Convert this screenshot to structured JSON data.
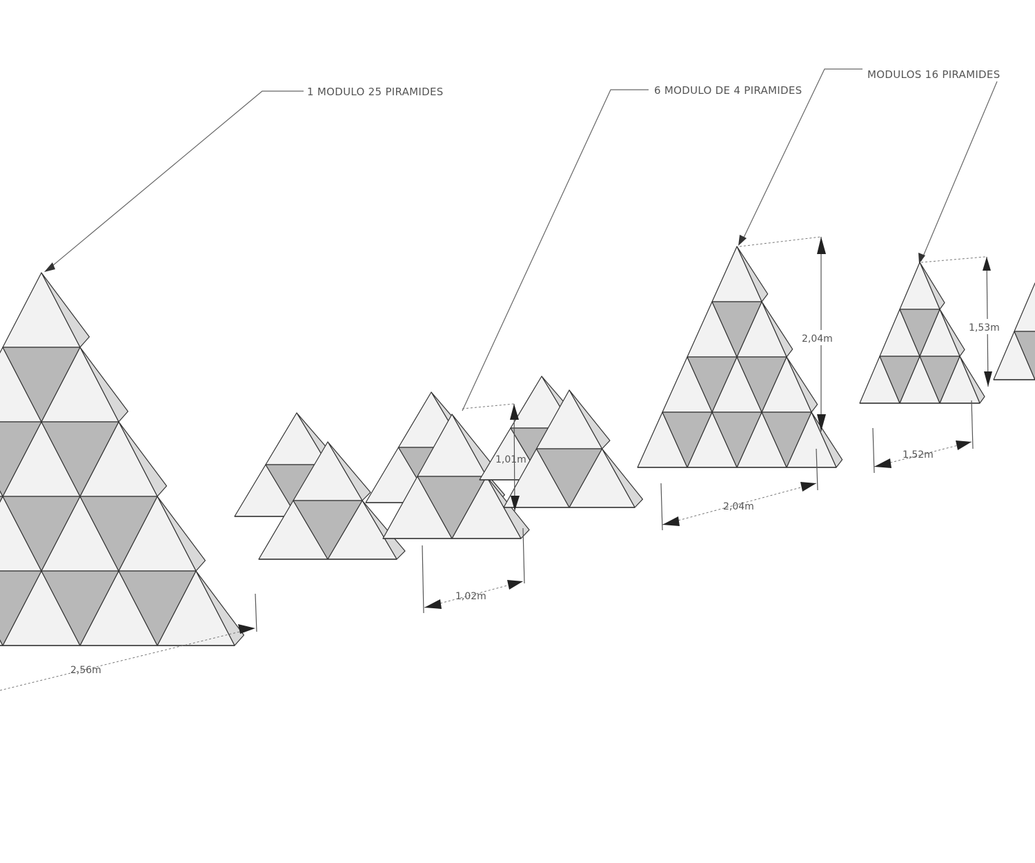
{
  "labels": {
    "module_25": "1 MODULO 25 PIRAMIDES",
    "module_6x4": "6 MODULO  DE 4 PIRAMIDES",
    "module_16": "MODULOS 16 PIRAMIDES"
  },
  "dimensions": {
    "big_width": "2,56m",
    "small_width": "1,02m",
    "small_height": "1,01m",
    "mid_width": "2,04m",
    "mid_height": "2,04m",
    "right_width": "1,52m",
    "right_height": "1,53m"
  },
  "colors": {
    "face_front": "#f2f2f2",
    "face_side": "#d9d9d9",
    "face_inverted": "#b8b8b8",
    "stroke": "#333333"
  }
}
